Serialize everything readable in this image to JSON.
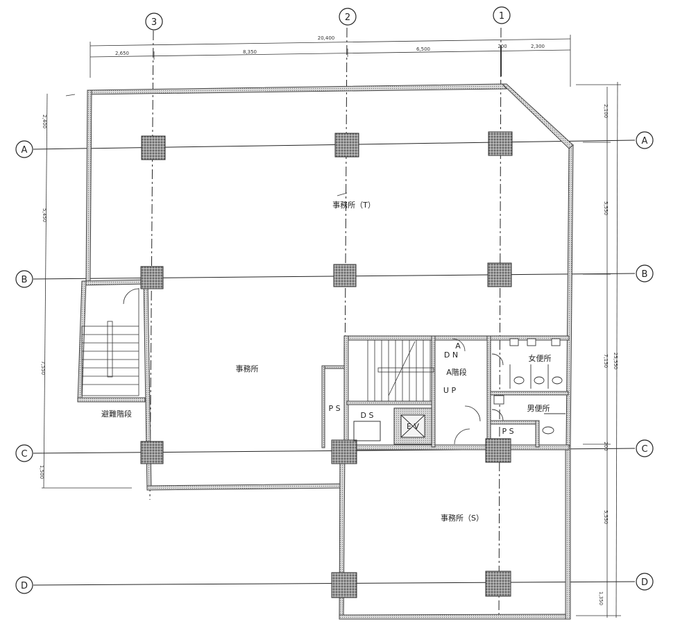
{
  "grid": {
    "columns": [
      "3",
      "2",
      "1"
    ],
    "rows": [
      "A",
      "B",
      "C",
      "D"
    ]
  },
  "dimensions": {
    "overall_width": "20,400",
    "top_segments": [
      "2,650",
      "8,350",
      "6,500",
      "200",
      "2,300"
    ],
    "left_segments": [
      "2,400",
      "5,450",
      "7,550",
      "1,500"
    ],
    "right_segments": [
      "2,100",
      "5,550",
      "7,150",
      "200",
      "5,550",
      "1,350"
    ],
    "right_overall": "25,550"
  },
  "rooms": {
    "office_t": "事務所（T）",
    "office_main": "事務所",
    "office_s": "事務所（S）",
    "evac_stair": "避難階段",
    "stair_a": "A階段",
    "stair_dn": "D N",
    "stair_up": "U P",
    "stair_mark": "A",
    "ladies_wc": "女便所",
    "mens_wc": "男便所",
    "ds": "D S",
    "ps_left": "P S",
    "ps_right": "P S",
    "elevator": "E V"
  },
  "colors": {
    "wall": "#555555",
    "wall_fill": "#cfcfcf",
    "column": "#8a8a8a",
    "line": "#222222"
  }
}
